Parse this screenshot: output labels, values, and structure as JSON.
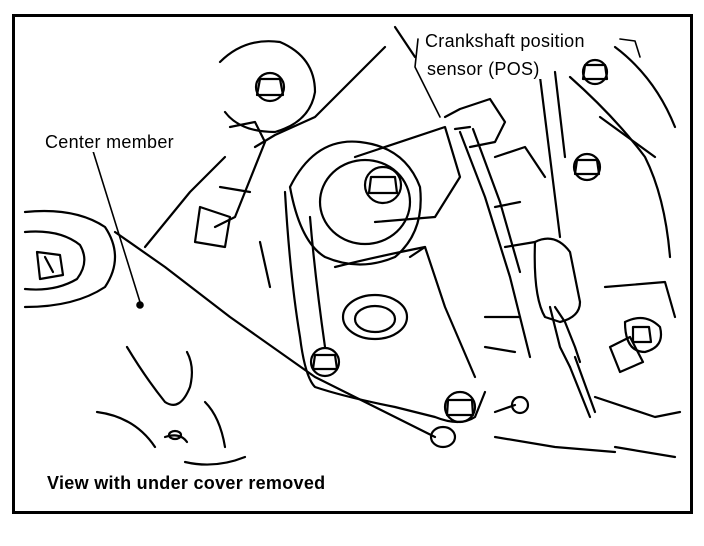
{
  "labels": {
    "pos_line1": "Crankshaft position",
    "pos_line2": "sensor (POS)",
    "center_member": "Center member",
    "caption": "View with under cover removed"
  },
  "colors": {
    "ink": "#000000",
    "paper": "#ffffff"
  }
}
